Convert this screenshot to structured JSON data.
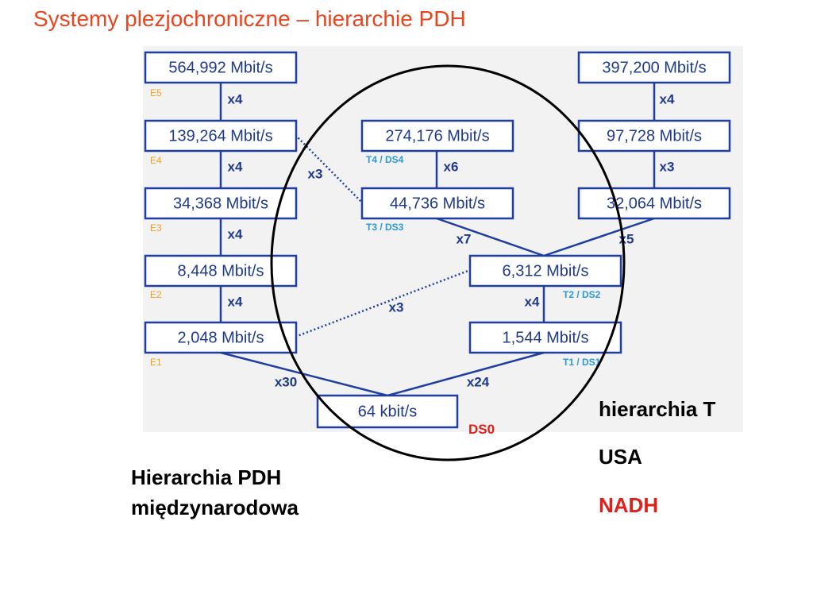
{
  "title": "Systemy plezjochroniczne – hierarchie PDH",
  "diagram": {
    "e_chain": [
      {
        "rate": "564,992 Mbit/s",
        "label": "E5",
        "mult": "x4"
      },
      {
        "rate": "139,264 Mbit/s",
        "label": "E4",
        "mult": "x4"
      },
      {
        "rate": "34,368 Mbit/s",
        "label": "E3",
        "mult": "x4"
      },
      {
        "rate": "8,448 Mbit/s",
        "label": "E2",
        "mult": "x4"
      },
      {
        "rate": "2,048 Mbit/s",
        "label": "E1",
        "mult": "x30"
      }
    ],
    "t_chain": [
      {
        "rate": "274,176 Mbit/s",
        "label": "T4 / DS4",
        "mult": "x6"
      },
      {
        "rate": "44,736 Mbit/s",
        "label": "T3 / DS3",
        "mult": "x7"
      },
      {
        "rate": "6,312 Mbit/s",
        "label": "T2 / DS2",
        "mult": "x4"
      },
      {
        "rate": "1,544 Mbit/s",
        "label": "T1 / DS1",
        "mult": "x24"
      }
    ],
    "j_chain": [
      {
        "rate": "397,200 Mbit/s",
        "mult": "x4"
      },
      {
        "rate": "97,728 Mbit/s",
        "mult": "x3"
      },
      {
        "rate": "32,064 Mbit/s",
        "mult": "x5"
      }
    ],
    "base": {
      "rate": "64 kbit/s",
      "label": "DS0"
    },
    "cross": {
      "e4_t3": "x3",
      "e1_t2": "x3"
    }
  },
  "captions": {
    "international_line1": "Hierarchia PDH",
    "international_line2": "międzynarodowa",
    "t_line1": "hierarchia T",
    "t_line2": "USA",
    "t_line3": "NADH"
  },
  "colors": {
    "title": "#e8461e",
    "box_border": "#1f3ea0",
    "e_labels": "#f0a020",
    "t_labels": "#2a9ad8",
    "highlight": "#e0201a"
  }
}
